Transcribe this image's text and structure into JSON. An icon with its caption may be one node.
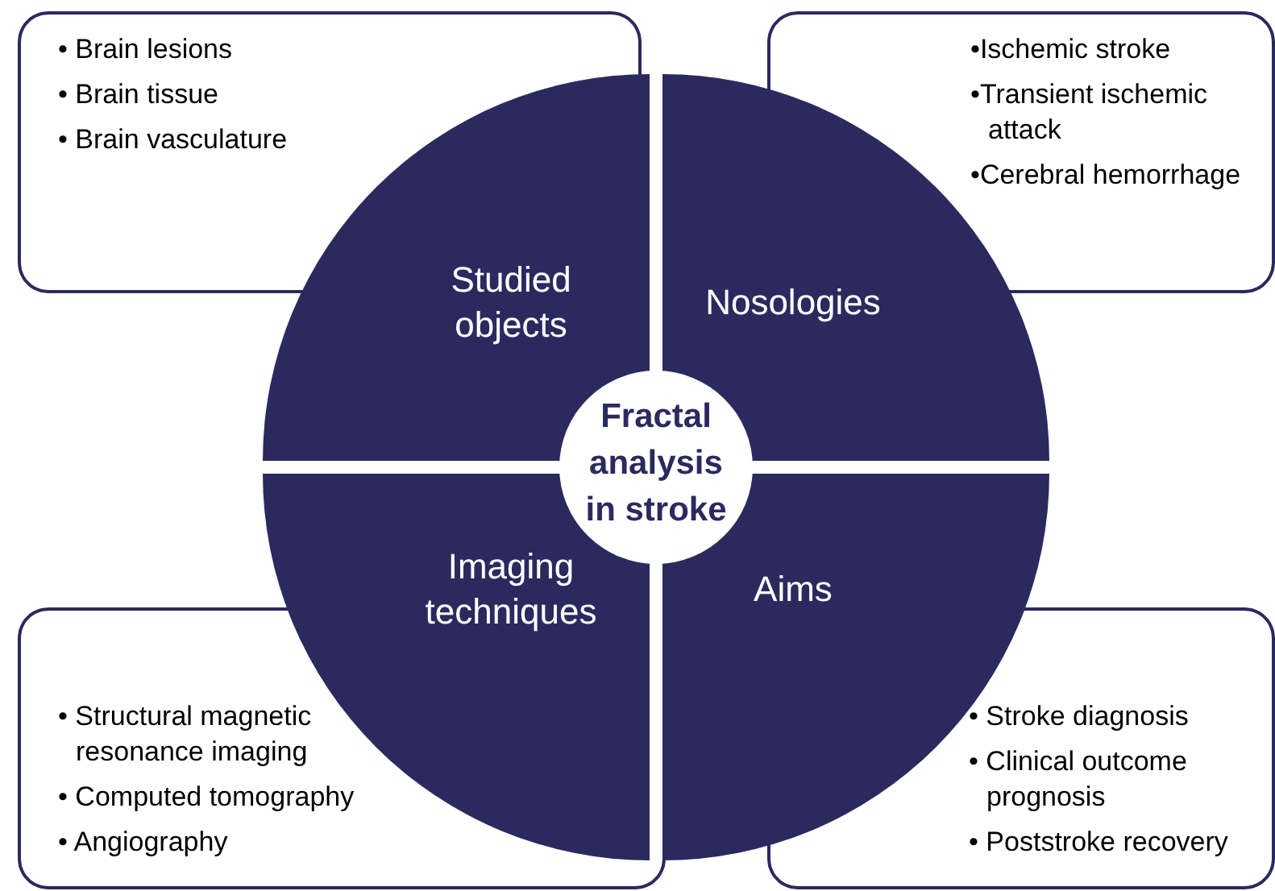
{
  "diagram": {
    "nodes": [
      {
        "text": [
          "• Brain lesions",
          "• Brain tissue",
          "• Brain vasculature"
        ]
      },
      {
        "text": [
          "•Ischemic stroke",
          "•Transient ischemic attack",
          "•Cerebral hemorrhage"
        ]
      },
      {
        "text": [
          "Studied objects"
        ]
      },
      {
        "text": [
          "Nosologies"
        ]
      },
      {
        "text": [
          "Fractal analysis in stroke"
        ]
      },
      {
        "text": [
          "Imaging techniques"
        ]
      },
      {
        "text": [
          "Aims"
        ]
      },
      {
        "text": [
          "• Structural magnetic resonance imaging",
          "• Computed tomography",
          "• Angiography"
        ]
      },
      {
        "text": [
          "• Stroke diagnosis",
          "• Clinical outcome prognosis",
          "• Poststroke recovery"
        ]
      }
    ]
  }
}
